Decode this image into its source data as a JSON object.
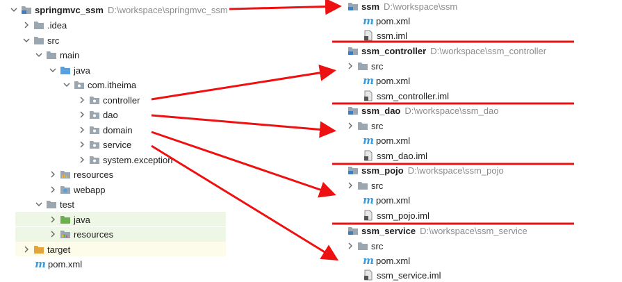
{
  "left_tree": {
    "root": {
      "name": "springmvc_ssm",
      "path": "D:\\workspace\\springmvc_ssm"
    },
    "idea": ".idea",
    "src": "src",
    "main": "main",
    "java": "java",
    "package": "com.itheima",
    "packages": [
      "controller",
      "dao",
      "domain",
      "service",
      "system.exception"
    ],
    "resources": "resources",
    "webapp": "webapp",
    "test": "test",
    "test_java": "java",
    "test_resources": "resources",
    "target": "target",
    "pom": "pom.xml"
  },
  "right_modules": [
    {
      "name": "ssm",
      "path": "D:\\workspace\\ssm",
      "has_src": false,
      "pom": "pom.xml",
      "iml": "ssm.iml"
    },
    {
      "name": "ssm_controller",
      "path": "D:\\workspace\\ssm_controller",
      "has_src": true,
      "src": "src",
      "pom": "pom.xml",
      "iml": "ssm_controller.iml"
    },
    {
      "name": "ssm_dao",
      "path": "D:\\workspace\\ssm_dao",
      "has_src": true,
      "src": "src",
      "pom": "pom.xml",
      "iml": "ssm_dao.iml"
    },
    {
      "name": "ssm_pojo",
      "path": "D:\\workspace\\ssm_pojo",
      "has_src": true,
      "src": "src",
      "pom": "pom.xml",
      "iml": "ssm_pojo.iml"
    },
    {
      "name": "ssm_service",
      "path": "D:\\workspace\\ssm_service",
      "has_src": true,
      "src": "src",
      "pom": "pom.xml",
      "iml": "ssm_service.iml"
    }
  ],
  "colors": {
    "arrow": "#ee1111",
    "folder": "#9aa7b0",
    "source_folder": "#5aa0dc",
    "test_folder": "#6ab04c",
    "target_folder": "#e1a53b",
    "maven": "#3c9ad8",
    "highlight": "#eef7e6"
  }
}
